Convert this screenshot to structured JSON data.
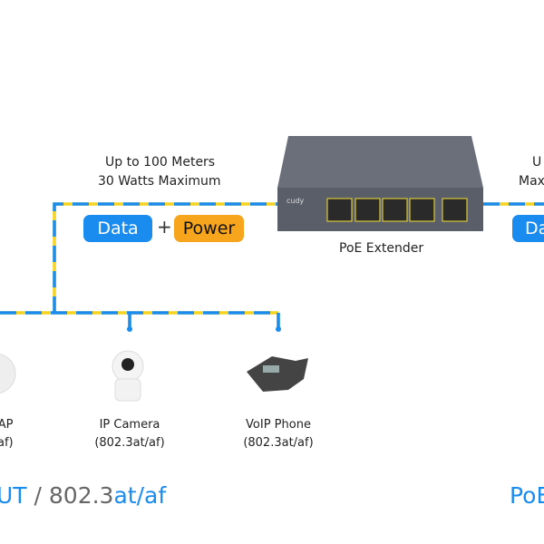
{
  "left_link": {
    "line1": "Up to 100 Meters",
    "line2": "30 Watts Maximum",
    "data_label": "Data",
    "plus": "+",
    "power_label": "Power"
  },
  "right_link": {
    "line1_partial": "U",
    "line2_partial": "Max",
    "data_label_partial": "Da"
  },
  "extender": {
    "brand": "cudy",
    "label": "PoE Extender",
    "ports": 5
  },
  "devices": [
    {
      "name_partial": "l AP",
      "std_partial": "af)"
    },
    {
      "name": "IP Camera",
      "std": "(802.3at/af)"
    },
    {
      "name": "VoIP Phone",
      "std": "(802.3at/af)"
    }
  ],
  "footer_left": {
    "part1": "UT",
    "part2": " / 802.3",
    "part3": "at/af"
  },
  "footer_right": {
    "partial": "PoE"
  },
  "colors": {
    "blue": "#1a8cf0",
    "yellow": "#f5d320",
    "orange": "#f7a51c",
    "text_gray": "#666666"
  }
}
